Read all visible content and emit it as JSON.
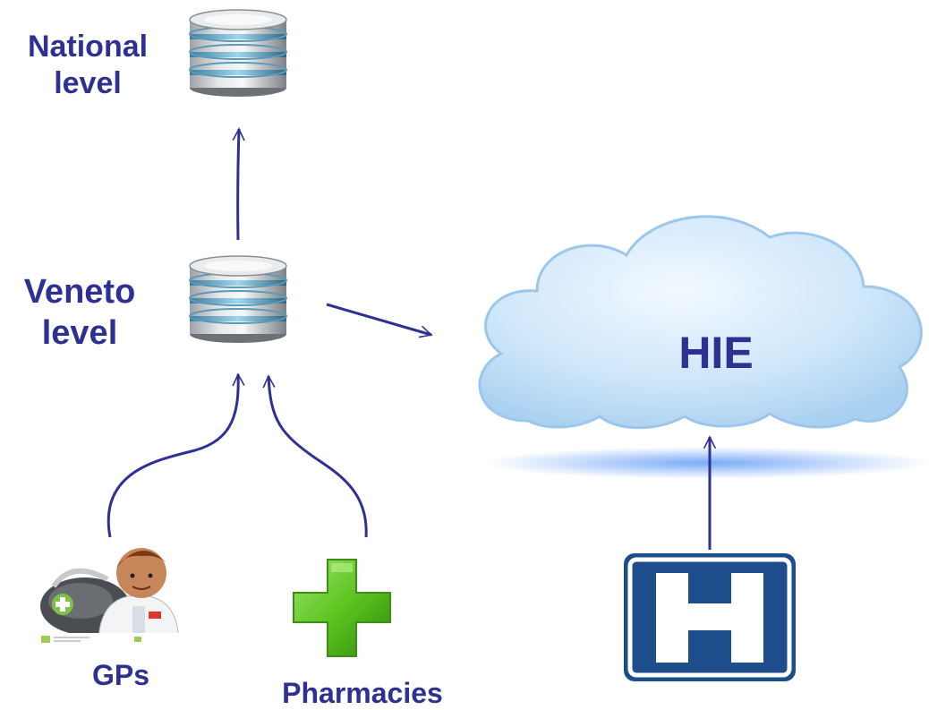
{
  "labels": {
    "national": "National level",
    "national_line1": "National",
    "national_line2": "level",
    "veneto_line1": "Veneto",
    "veneto_line2": "level",
    "gps": "GPs",
    "pharmacies": "Pharmacies",
    "hie": "HIE"
  },
  "icons": {
    "national_db": "database-icon",
    "veneto_db": "database-icon",
    "hie_cloud": "cloud-icon",
    "gp": "doctor-icon",
    "pharmacy": "pharmacy-cross-icon",
    "hospital": "hospital-sign-icon"
  },
  "colors": {
    "text": "#2e3192",
    "arrow": "#2e3192",
    "cloud_fill": "#cfe7fa",
    "cloud_stroke": "#9cc7ea",
    "pharmacy_green": "#5cc41f",
    "hospital_blue": "#1d4d8a"
  }
}
